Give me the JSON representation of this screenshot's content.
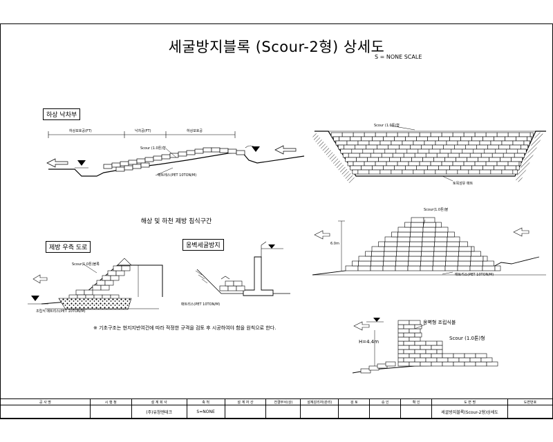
{
  "title": "세굴방지블록 (Scour-2형) 상세도",
  "scale": "S = NONE SCALE",
  "sections": {
    "river_drop": {
      "label": "하상 낙차부",
      "dim1": "하상보호공(FT)",
      "dim2": "낙차공(FT)",
      "dim3": "하상보호공",
      "block_label": "Scour (1.0톤)형",
      "mat_label": "매트레스(PET 10TON/M)"
    },
    "mid_heading": "해상 및 하천 제방 침식구간",
    "embankment": {
      "label": "제방 우측 도로",
      "block_label": "Scour(1.0톤)블록",
      "mat_label": "조립식 매트리스(PET 10TON/M)"
    },
    "retaining": {
      "label": "옹벽세굴방지",
      "mat_label": "매트리스(PET 10TON/M)"
    },
    "channel": {
      "block_label": "Scour (1.0톤)형",
      "mat_label": "토목섬유 매트"
    },
    "pyramid": {
      "block_label": "Scour(1.0톤)블",
      "mat_label": "매트리스(PET 10TON/M)",
      "height_label": "6.0m"
    },
    "wall": {
      "top_label": "옹벽형 조립식블",
      "block_label": "Scour (1.0톤)형",
      "height_label": "H=4.4m"
    },
    "note": "※ 기초구조는 현지지반여건에 따라 적정한 규격을 검토 후 시공하여야 함을 원칙으로 한다."
  },
  "title_block": {
    "headers": [
      "공 사 명",
      "시 행 청",
      "설 계 회 사",
      "축 척",
      "설 계 자 산",
      "전결부서(상)",
      "설계감리자(관리)",
      "검 토",
      "승 인",
      "확 인",
      "도 면 명",
      "도면번호"
    ],
    "values": [
      "",
      "",
      "(주)유창엔테크",
      "S=NONE",
      "",
      "",
      "",
      "",
      "",
      "",
      "세굴방지블록(Scour-2형)상세도",
      ""
    ]
  }
}
